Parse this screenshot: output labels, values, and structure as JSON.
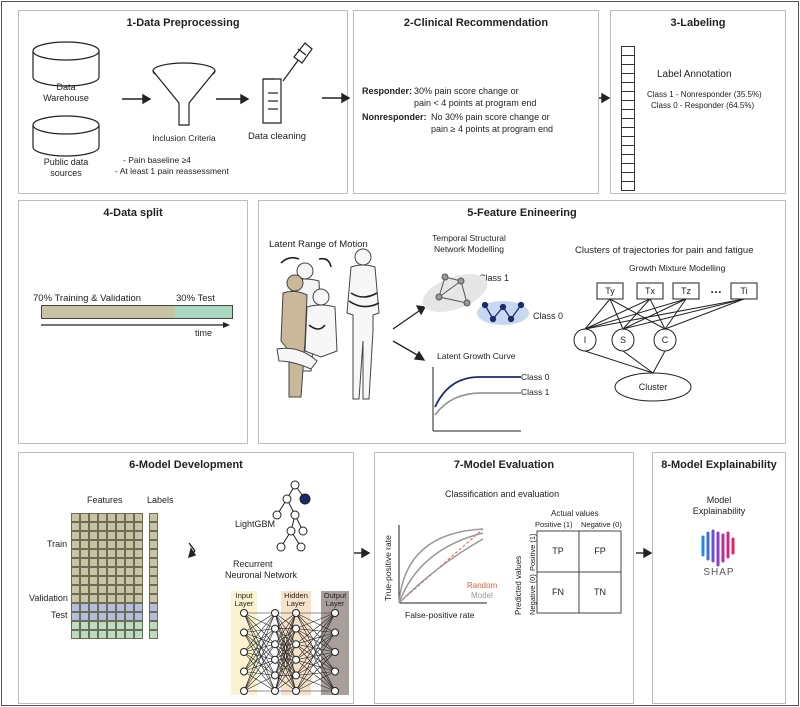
{
  "panels": {
    "p1": {
      "title": "1-Data Preprocessing",
      "warehouse": [
        "Data",
        "Warehouse"
      ],
      "public": [
        "Public data",
        "sources"
      ],
      "inclusion": "Inclusion Criteria",
      "cleaning": "Data cleaning",
      "criteria": [
        "- Pain baseline  ≥4",
        "- At least 1 pain reassessment"
      ]
    },
    "p2": {
      "title": "2-Clinical Recommendation",
      "responder_label": "Responder:",
      "responder_text": [
        "30% pain score change or",
        "pain < 4 points at program end"
      ],
      "nonresponder_label": "Nonresponder:",
      "nonresponder_text": [
        "No 30% pain score change or",
        "pain ≥ 4 points at program end"
      ]
    },
    "p3": {
      "title": "3-Labeling",
      "annotation": "Label Annotation",
      "class1": "Class 1 - Nonresponder (35.5%)",
      "class0": "Class 0 - Responder (64.5%)"
    },
    "p4": {
      "title": "4-Data split",
      "train": "70% Training & Validation",
      "test": "30% Test",
      "time": "time",
      "train_fraction": 0.7
    },
    "p5": {
      "title": "5-Feature Enineering",
      "rom": "Latent Range of Motion",
      "tsnm": [
        "Temporal Structural",
        "Network Modelling"
      ],
      "class1": "Class 1",
      "class0": "Class 0",
      "lgc": "Latent Growth Curve",
      "lgc_class0": "Class 0",
      "lgc_class1": "Class 1",
      "clusters_title": "Clusters of trajectories for pain and fatigue",
      "gmm": "Growth Mixture Modelling",
      "indicators": [
        "Ty",
        "Tx",
        "Tz",
        "Ti"
      ],
      "ellipsis": "…",
      "latents": [
        "I",
        "S",
        "C"
      ],
      "cluster": "Cluster"
    },
    "p6": {
      "title": "6-Model Development",
      "features": "Features",
      "labels": "Labels",
      "train": "Train",
      "validation": "Validation",
      "test": "Test",
      "lightgbm": "LightGBM",
      "rnn": [
        "Recurrent",
        "Neuronal Network"
      ],
      "input": [
        "Input",
        "Layer"
      ],
      "hidden": [
        "Hidden",
        "Layer"
      ],
      "output": [
        "Output",
        "Layer"
      ]
    },
    "p7": {
      "title": "7-Model Evaluation",
      "subtitle": "Classification and evaluation",
      "ylabel": "True-positive rate",
      "xlabel": "False-positive rate",
      "random": "Random",
      "model": "Model",
      "actual": "Actual values",
      "pos1": "Positive (1)",
      "neg0": "Negative (0)",
      "predicted": "Predicted values",
      "cells": [
        "TP",
        "FP",
        "FN",
        "TN"
      ]
    },
    "p8": {
      "title": "8-Model Explainability",
      "text": [
        "Model",
        "Explainability"
      ],
      "logo": "SHAP"
    }
  },
  "colors": {
    "train_bar": "#c8c3a2",
    "test_bar": "#a8d9c0",
    "validation": "#b3bde0",
    "test_rows": "#b9dcc3",
    "random": "#e06040",
    "model": "#999999",
    "dark_node": "#1d2b6b",
    "input_layer": "#fbf3cf",
    "hidden_layer": "#f5e2c8",
    "output_layer": "#a89f9a"
  }
}
